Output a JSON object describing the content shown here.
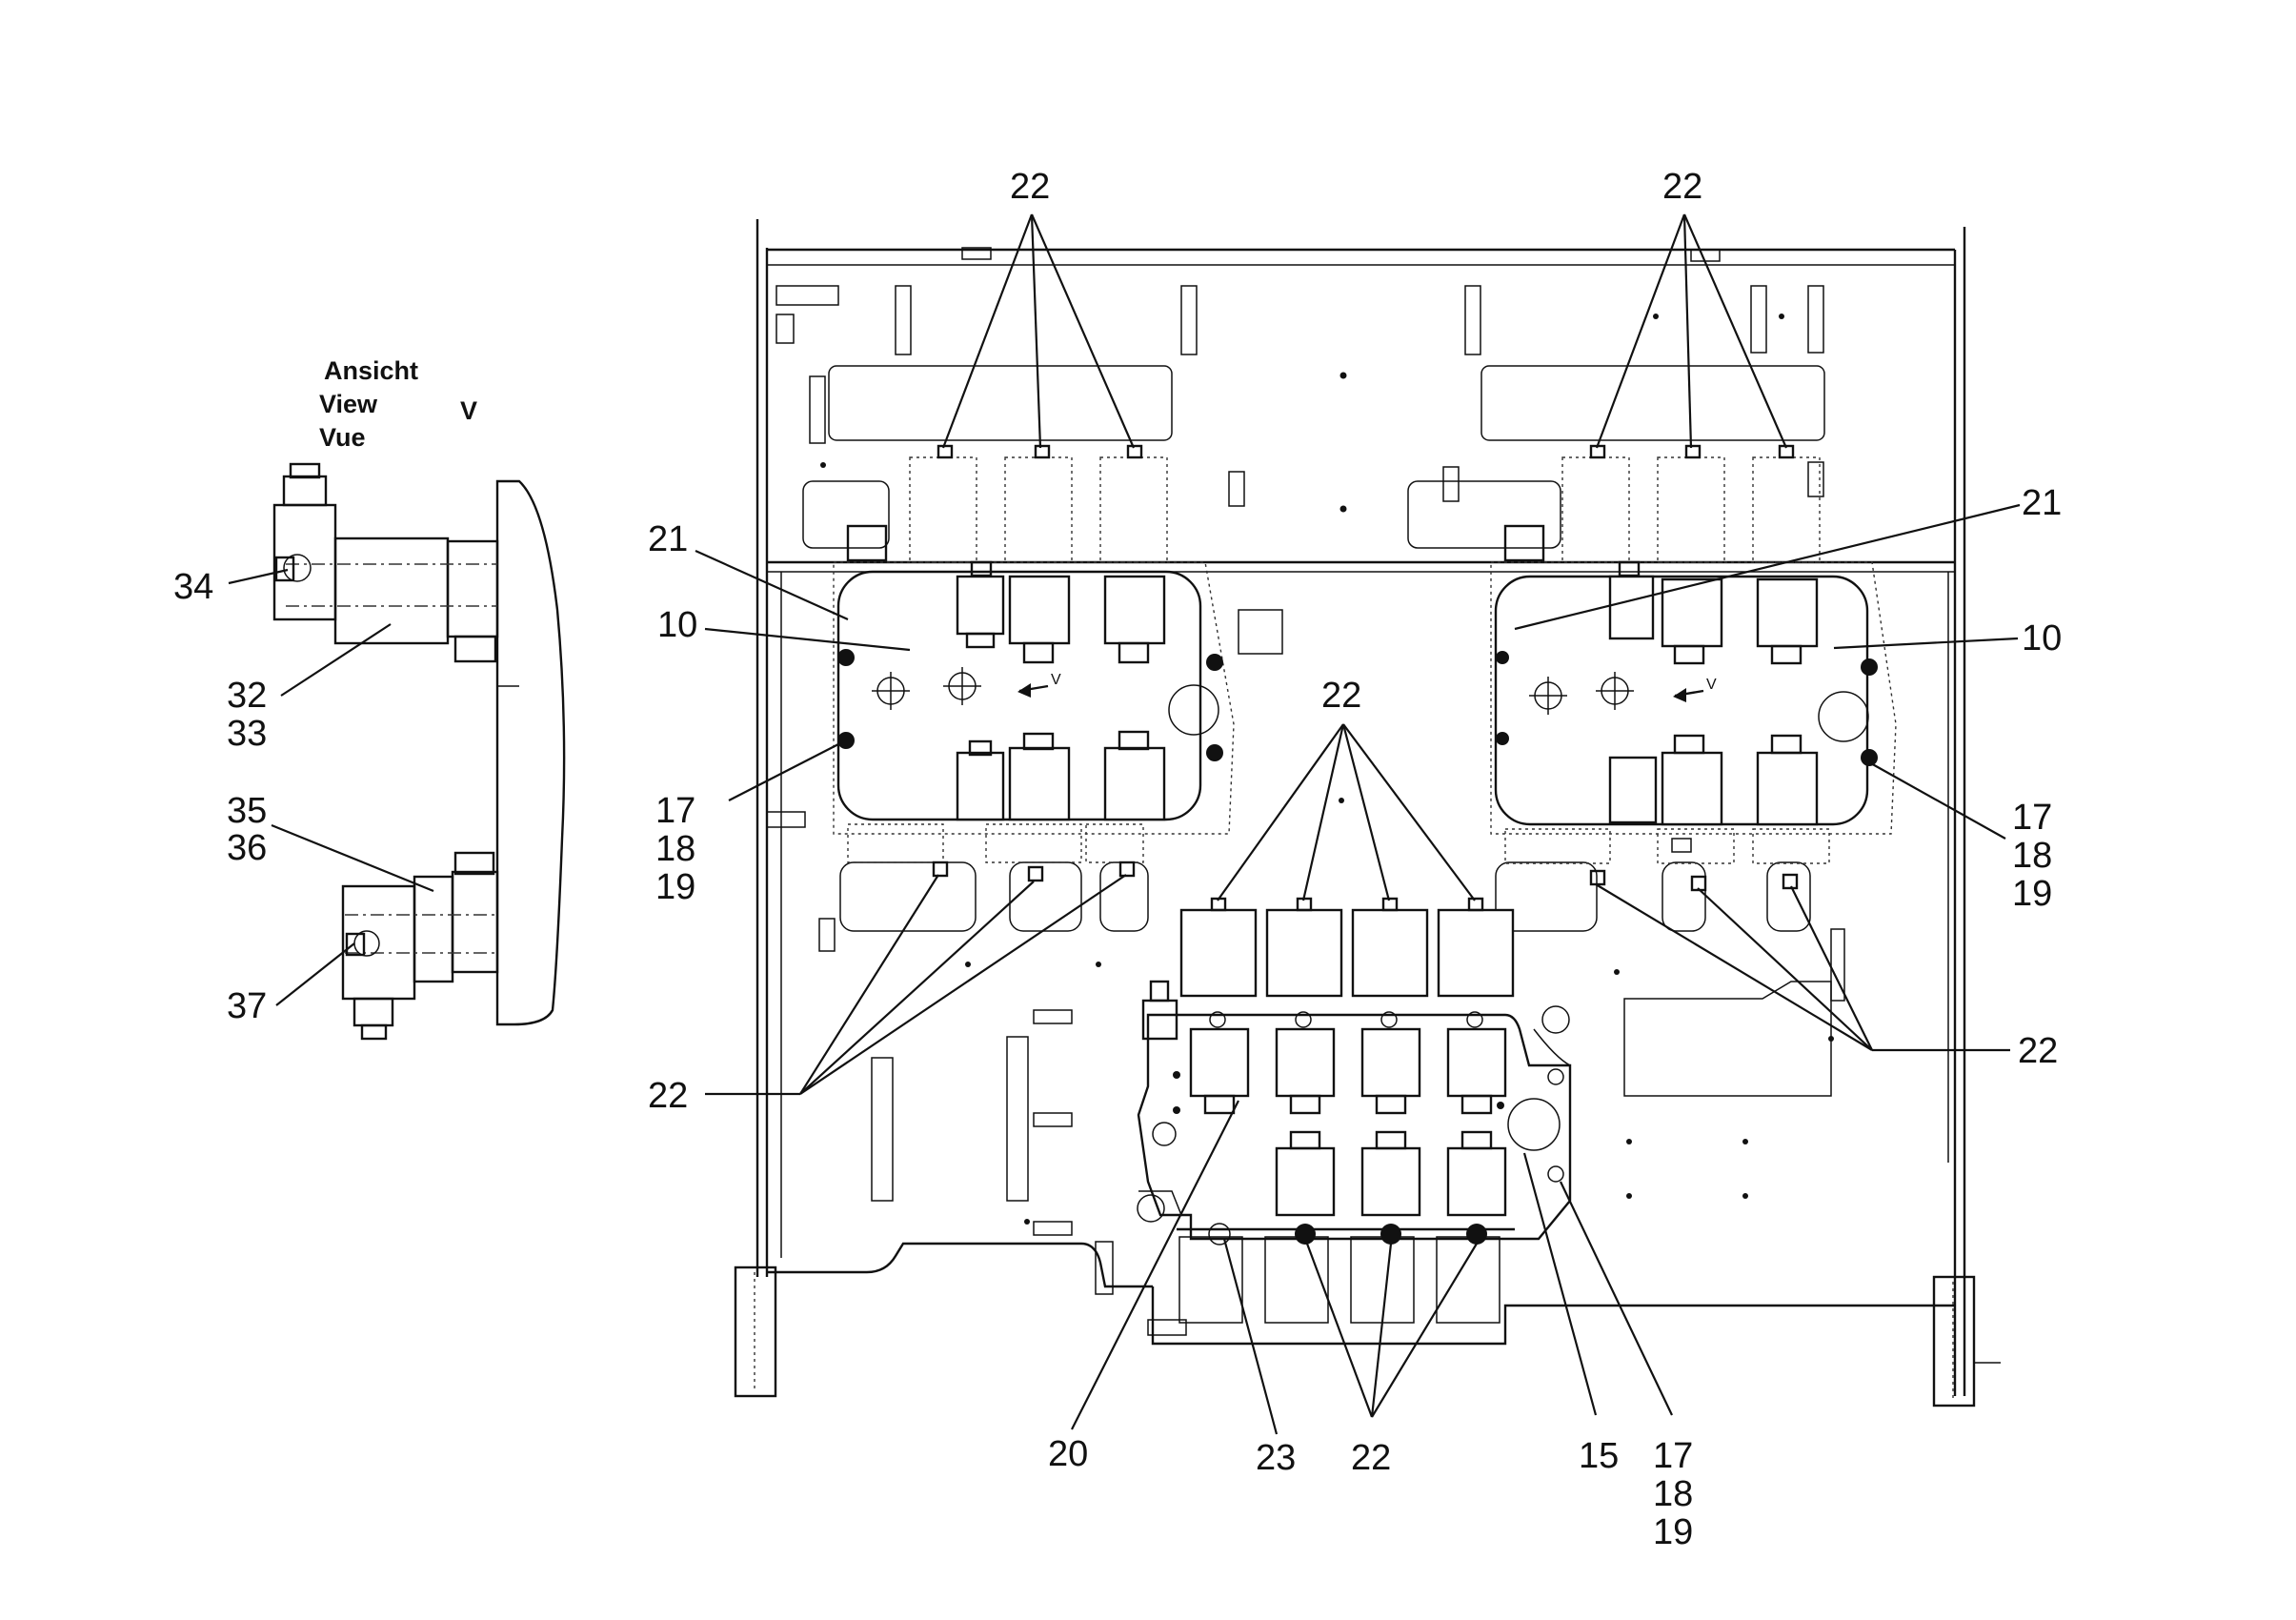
{
  "view_label": {
    "line1": "Ansicht",
    "line2": "View",
    "line3": "Vue",
    "letter": "V"
  },
  "small_v": "V",
  "callouts": {
    "n34": "34",
    "n32": "32",
    "n33": "33",
    "n35": "35",
    "n36": "36",
    "n37": "37",
    "n21_left": "21",
    "n10_left": "10",
    "n17_left": "17",
    "n18_left": "18",
    "n19_left": "19",
    "n22_top_left": "22",
    "n22_top_right": "22",
    "n22_center": "22",
    "n22_lower_left": "22",
    "n22_lower_right": "22",
    "n21_right": "21",
    "n10_right": "10",
    "n17_right": "17",
    "n18_right": "18",
    "n19_right": "19",
    "n20": "20",
    "n23": "23",
    "n22_bottom": "22",
    "n15": "15",
    "n17_bottom": "17",
    "n18_bottom": "18",
    "n19_bottom": "19"
  }
}
